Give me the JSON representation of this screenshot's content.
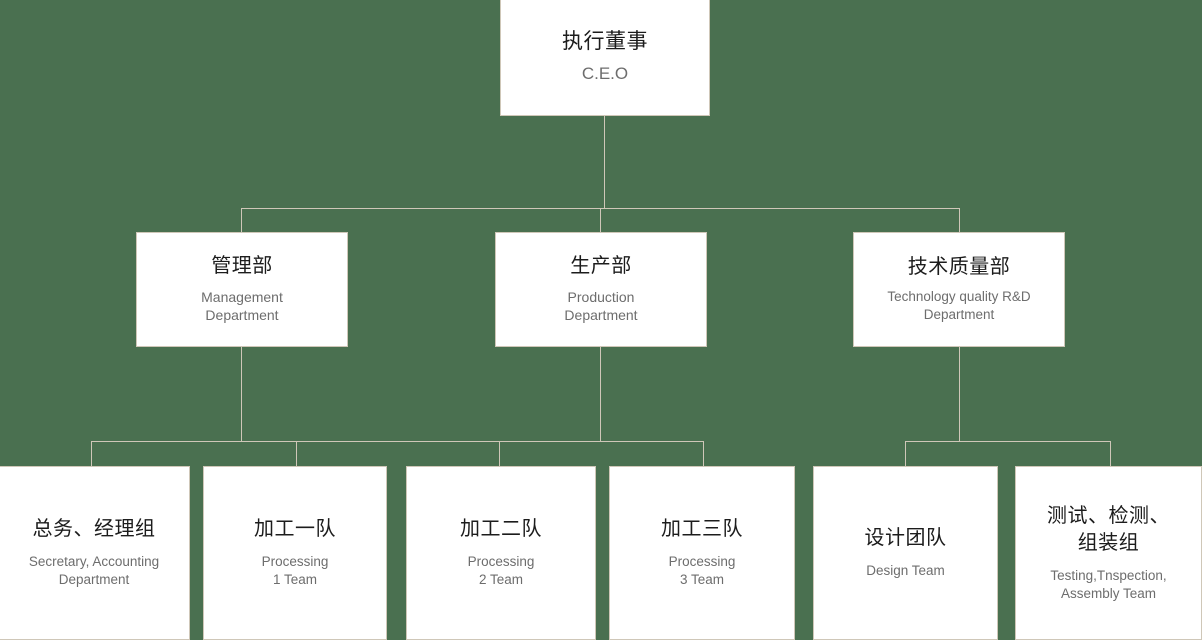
{
  "chart": {
    "type": "org-chart",
    "background_color": "#4a7050",
    "node_fill": "#ffffff",
    "node_border_color": "#cfc7b8",
    "connector_color": "#cfc7b8"
  },
  "levels": {
    "level1": {
      "ceo": {
        "name_cn": "执行董事",
        "name_en": "C.E.O"
      }
    },
    "level2": {
      "management": {
        "name_cn": "管理部",
        "name_en_line1": "Management",
        "name_en_line2": "Department"
      },
      "production": {
        "name_cn": "生产部",
        "name_en_line1": "Production",
        "name_en_line2": "Department"
      },
      "technology": {
        "name_cn": "技术质量部",
        "name_en_line1": "Technology quality R&D",
        "name_en_line2": "Department"
      }
    },
    "level3": {
      "secretary": {
        "name_cn": "总务、经理组",
        "name_en_line1": "Secretary, Accounting",
        "name_en_line2": "Department"
      },
      "processing1": {
        "name_cn": "加工一队",
        "name_en_line1": "Processing",
        "name_en_line2": "1 Team"
      },
      "processing2": {
        "name_cn": "加工二队",
        "name_en_line1": "Processing",
        "name_en_line2": "2 Team"
      },
      "processing3": {
        "name_cn": "加工三队",
        "name_en_line1": "Processing",
        "name_en_line2": "3 Team"
      },
      "design": {
        "name_cn": "设计团队",
        "name_en_line1": "Design Team",
        "name_en_line2": ""
      },
      "testing": {
        "name_cn_line1": "测试、检测、",
        "name_cn_line2": "组装组",
        "name_en_line1": "Testing,Tnspection,",
        "name_en_line2": "Assembly Team"
      }
    }
  }
}
